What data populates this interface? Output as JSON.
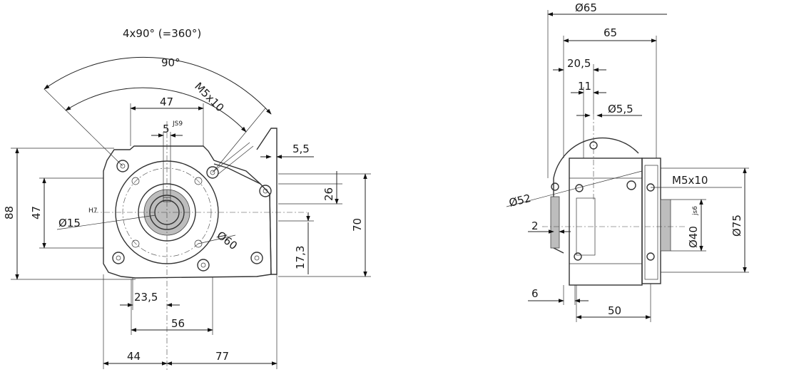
{
  "front_view": {
    "angle_total": "4x90° (=360°)",
    "angle_single": "90°",
    "thread_hole": "M5x10",
    "keyway_width": "5",
    "keyway_tolerance": "JS9",
    "top_width": "47",
    "flange_offset": "5,5",
    "height_total": "88",
    "height_inner": "47",
    "bore": "Ø15",
    "bore_tolerance": "H7",
    "pcd": "Ø60",
    "dim_26": "26",
    "dim_70": "70",
    "dim_17_3": "17,3",
    "dim_23_5": "23,5",
    "dim_56": "56",
    "dim_44": "44",
    "dim_77": "77"
  },
  "side_view": {
    "dia_65": "Ø65",
    "len_65": "65",
    "dim_20_5": "20,5",
    "dim_11": "11",
    "hole_5_5": "Ø5,5",
    "dia_52": "Ø52",
    "thread_hole": "M5x10",
    "dim_2": "2",
    "spigot": "Ø40",
    "spigot_tolerance": "js6",
    "dia_75": "Ø75",
    "dim_6": "6",
    "dim_50": "50"
  },
  "colors": {
    "line": "#222222",
    "shade": "#bdbdbd"
  }
}
